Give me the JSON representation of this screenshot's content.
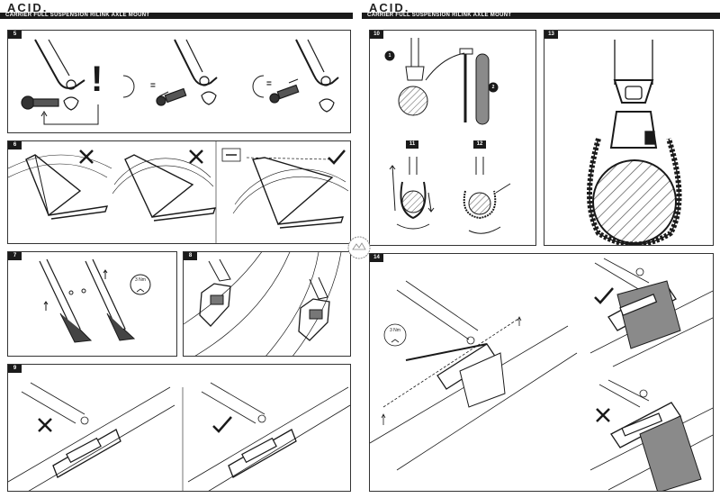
{
  "header": {
    "brand_left": "ACID.",
    "brand_right": "ACID.",
    "title_left": "CARRIER FULL SUSPENSION RILINK AXLE MOUNT",
    "title_right": "CARRIER FULL SUSPENSION RILINK AXLE MOUNT"
  },
  "panels": {
    "p5": "5",
    "p6": "6",
    "p7": "7",
    "p8": "8",
    "p9": "9",
    "p10": "10",
    "p11": "11",
    "p12": "12",
    "p13": "13",
    "p14": "14"
  },
  "callouts": {
    "c1": "1",
    "c2": "2"
  },
  "symbols": {
    "equals_1": "=",
    "equals_2": "=",
    "exclamation": "!"
  },
  "torque": {
    "p7_value": "3 Nm",
    "p14_value": "3 Nm"
  },
  "icons": [
    "check-icon",
    "cross-icon",
    "rotate-icon",
    "allen-key-icon",
    "seal-logo-icon"
  ],
  "colors": {
    "ink": "#1a1a1a",
    "strap_gray": "#8a8a8a",
    "hatch": "#555555"
  }
}
